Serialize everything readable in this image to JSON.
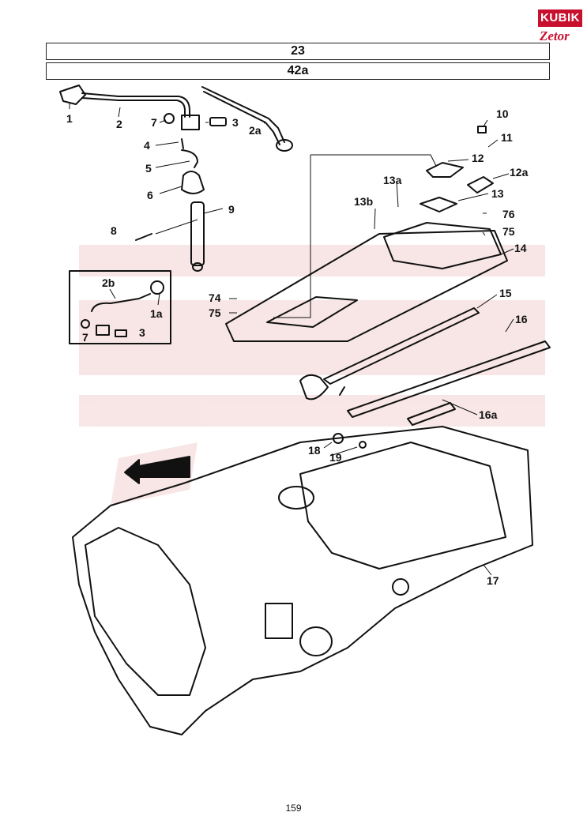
{
  "header": {
    "group": "23",
    "section": "42a"
  },
  "logo": {
    "brand": "KUBIK",
    "sub": "Zetor"
  },
  "callouts": [
    "1",
    "2",
    "7",
    "3",
    "2a",
    "4",
    "5",
    "6",
    "9",
    "8",
    "2b",
    "1a",
    "7",
    "3",
    "10",
    "11",
    "12",
    "12a",
    "13a",
    "13b",
    "13",
    "76",
    "75",
    "14",
    "74",
    "75",
    "15",
    "16",
    "16a",
    "18",
    "19",
    "17"
  ],
  "page_number": "159",
  "colors": {
    "watermark": "#f3c9c9",
    "lines": "#111111"
  }
}
